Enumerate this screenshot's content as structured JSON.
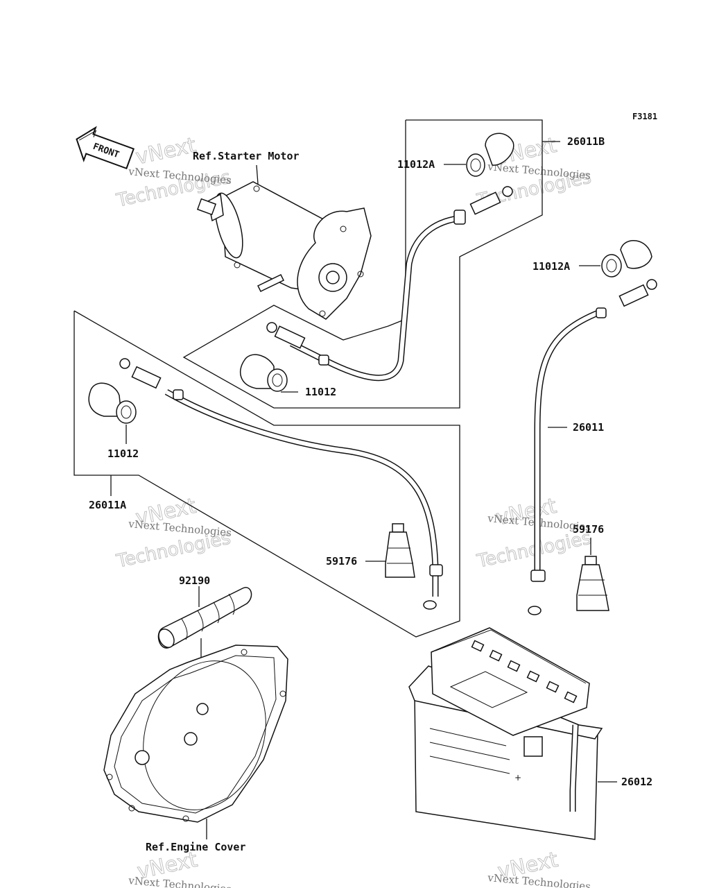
{
  "figure_id": "F3181",
  "front_label": "FRONT",
  "references": {
    "starter_motor": "Ref.Starter Motor",
    "engine_cover": "Ref.Engine Cover"
  },
  "part_labels": {
    "p26011B": "26011B",
    "p11012A_top": "11012A",
    "p11012A_right": "11012A",
    "p11012_mid": "11012",
    "p11012_left": "11012",
    "p26011": "26011",
    "p26011A": "26011A",
    "p59176_left": "59176",
    "p59176_right": "59176",
    "p92190": "92190",
    "p26012": "26012"
  },
  "watermark": {
    "line1": "vNext Technologies",
    "line2": "vNext",
    "line3": "Technologies"
  }
}
